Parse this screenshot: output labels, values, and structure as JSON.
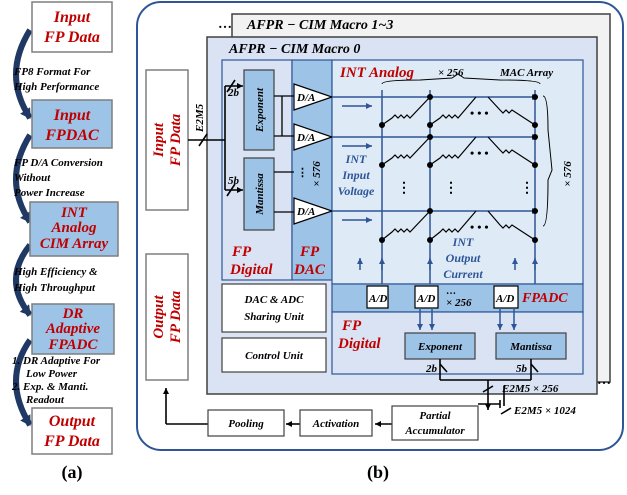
{
  "panel_a": {
    "flow": [
      {
        "lines": [
          "Input",
          "FP Data"
        ]
      },
      {
        "lines": [
          "Input",
          "FPDAC"
        ]
      },
      {
        "lines": [
          "INT",
          "Analog",
          "CIM Array"
        ]
      },
      {
        "lines": [
          "DR",
          "Adaptive",
          "FPADC"
        ]
      },
      {
        "lines": [
          "Output",
          "FP Data"
        ]
      }
    ],
    "notes": [
      {
        "lines": [
          "FP8 Format For",
          "High Performance"
        ]
      },
      {
        "lines": [
          "FP D/A Conversion",
          "Without",
          "Power Increase"
        ]
      },
      {
        "lines": [
          "High Efficiency &",
          "High Throughput"
        ]
      },
      {
        "lines": [
          "1. DR Adaptive For",
          "Low Power",
          "2. Exp. & Manti.",
          "Readout"
        ]
      }
    ],
    "label": "(a)"
  },
  "panel_b": {
    "label": "(b)",
    "macro_stack_title": "AFPR − CIM Macro 1~3",
    "macro_title": "AFPR − CIM Macro 0",
    "input_fp_data": [
      "Input",
      "FP Data"
    ],
    "output_fp_data": [
      "Output",
      "FP Data"
    ],
    "e2m5_in": "E2M5",
    "exp_bits": "2b",
    "man_bits": "5b",
    "exponent_label": "Exponent",
    "mantissa_label": "Mantissa",
    "fp_digital_top": [
      "FP",
      "Digital"
    ],
    "fp_dac": [
      "FP",
      "DAC"
    ],
    "da_label": "D/A",
    "dac_count": "× 576",
    "int_analog": "INT Analog",
    "col_count": "× 256",
    "mac_array": "MAC Array",
    "row_count": "× 576",
    "int_input_voltage": [
      "INT",
      "Input",
      "Voltage"
    ],
    "int_output_current": [
      "INT",
      "Output",
      "Current"
    ],
    "dac_adc_sharing": [
      "DAC & ADC",
      "Sharing Unit"
    ],
    "control_unit": "Control Unit",
    "ad_label": "A/D",
    "adc_count": "× 256",
    "fpadc": "FPADC",
    "fp_digital_bottom": [
      "FP",
      "Digital"
    ],
    "exp_out": "Exponent",
    "man_out": "Mantissa",
    "exp_out_bits": "2b",
    "man_out_bits": "5b",
    "e2m5_256": "E2M5 × 256",
    "e2m5_1024": "E2M5 × 1024",
    "partial_accumulator": [
      "Partial",
      "Accumulator"
    ],
    "activation": "Activation",
    "pooling": "Pooling",
    "ellipsis": "…",
    "dots": "• • •"
  }
}
